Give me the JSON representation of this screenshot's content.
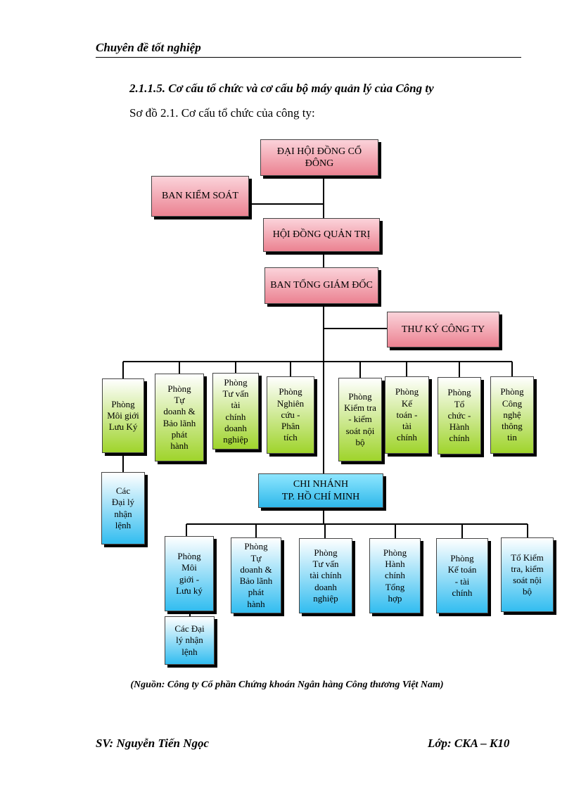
{
  "header": {
    "title": "Chuyên đề tốt nghiệp"
  },
  "section": {
    "title": "2.1.1.5. Cơ cấu tổ chức và cơ cấu bộ máy quản lý của Công ty",
    "caption": "Sơ đồ 2.1. Cơ cấu tổ chức của công ty:"
  },
  "org": {
    "top": [
      "ĐẠI HỘI ĐỒNG CỔ ĐÔNG",
      "BAN KIỂM SOÁT",
      "HỘI ĐỒNG QUẢN TRỊ",
      "BAN TỔNG GIÁM ĐỐC",
      "THƯ KÝ CÔNG TY"
    ],
    "departments": [
      "Phòng\nMôi giới\nLưu Ký",
      "Phòng\nTự\ndoanh &\nBảo lãnh\nphát\nhành",
      "Phòng\nTư vấn\ntài\nchính\ndoanh\nnghiệp",
      "Phòng\nNghiên\ncứu -\nPhân\ntích",
      "Phòng\nKiểm tra\n- kiểm\nsoát nội\nbộ",
      "Phòng\nKế\ntoán -\ntài\nchính",
      "Phòng\nTổ\nchức -\nHành\nchính",
      "Phòng\nCông\nnghệ\nthông\ntin"
    ],
    "agents": "Các\nĐại lý\nnhận\nlệnh",
    "branch": "CHI NHÁNH\nTP. HỒ CHÍ MINH",
    "branch_departments": [
      "Phòng\nMôi\ngiới -\nLưu ký",
      "Phòng\nTự\ndoanh &\nBảo lãnh\nphát\nhành",
      "Phòng\nTư vấn\ntài chính\ndoanh\nnghiệp",
      "Phòng\nHành\nchính\nTổng\nhợp",
      "Phòng\nKế toán\n- tài\nchính",
      "Tổ Kiểm\ntra, kiểm\nsoát nội\nbộ"
    ],
    "branch_agents": "Các Đại\nlý nhận\nlệnh"
  },
  "source": "(Nguồn: Công ty  Cổ phần Chứng khoán Ngân hàng Công thương Việt Nam)",
  "footer": {
    "student": "SV: Nguyễn Tiến Ngọc",
    "class": "Lớp: CKA – K10"
  }
}
